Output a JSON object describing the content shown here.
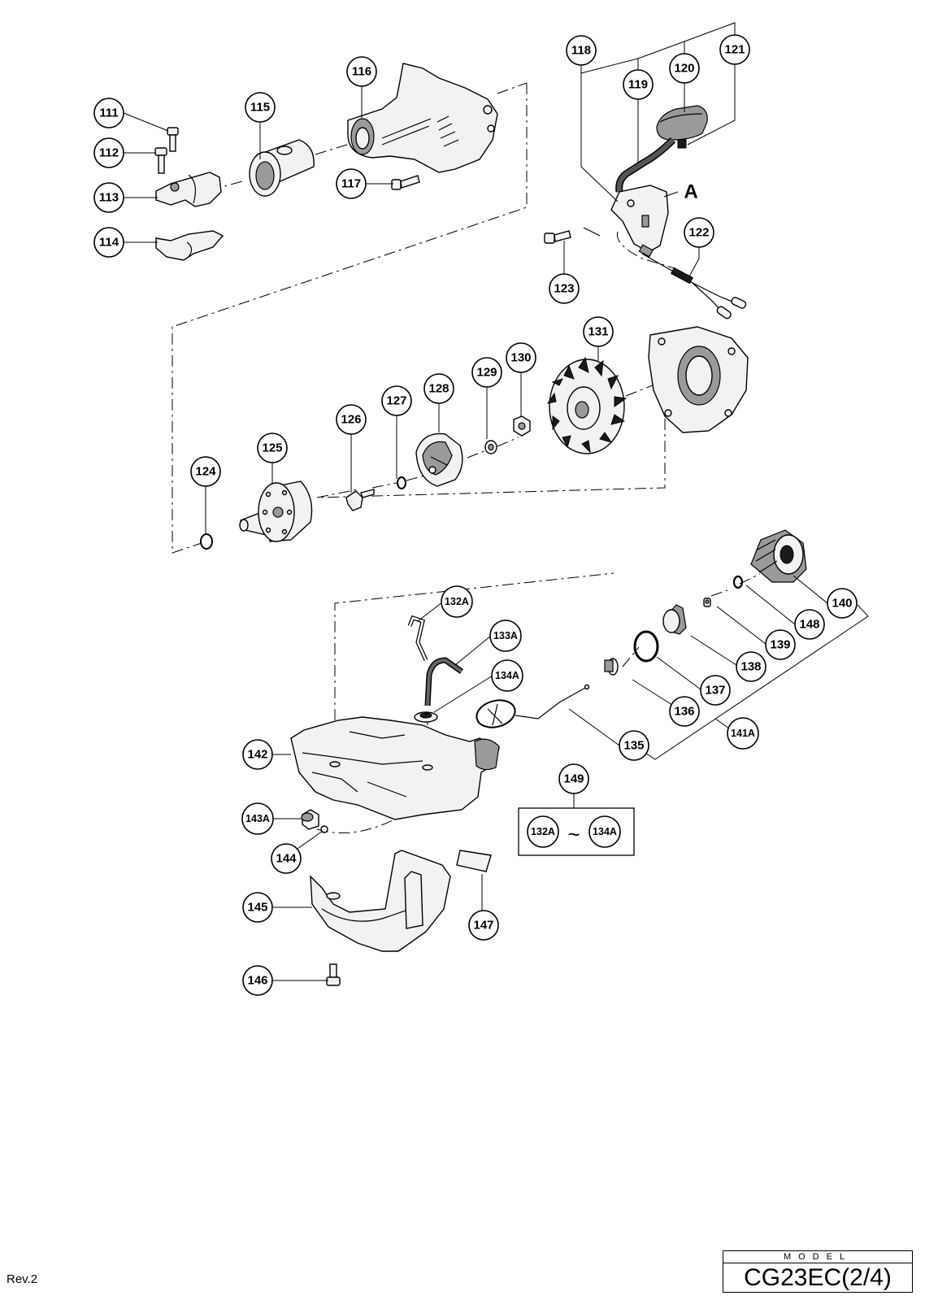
{
  "diagram": {
    "detail_marker": "A",
    "tilde": "~",
    "parts": [
      "111",
      "112",
      "113",
      "114",
      "115",
      "116",
      "117",
      "118",
      "119",
      "120",
      "121",
      "122",
      "123",
      "124",
      "125",
      "126",
      "127",
      "128",
      "129",
      "130",
      "131",
      "132A",
      "133A",
      "134A",
      "135",
      "136",
      "137",
      "138",
      "139",
      "140",
      "141A",
      "142",
      "143A",
      "144",
      "145",
      "146",
      "147",
      "148",
      "149"
    ],
    "kit_149": {
      "from": "132A",
      "to": "134A"
    }
  },
  "footer": {
    "revision": "Rev.2",
    "model_label": "MODEL",
    "model_number": "CG23EC(2/4)"
  }
}
